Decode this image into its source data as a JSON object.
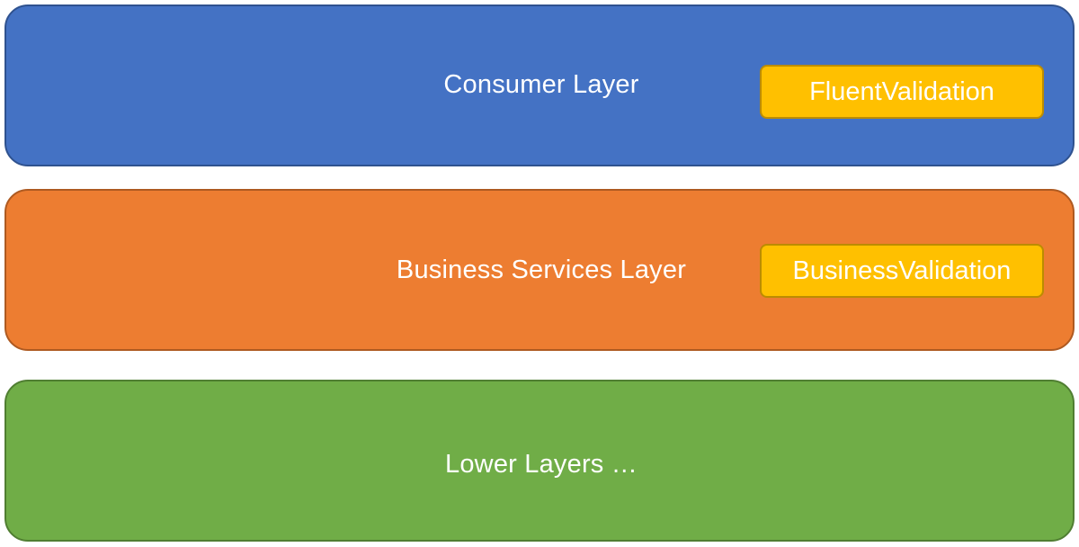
{
  "layers": {
    "consumer": {
      "label": "Consumer Layer",
      "fill": "#4472C4",
      "border": "#2F528F",
      "validator": {
        "label": "FluentValidation",
        "fill": "#FFC000",
        "border": "#BC8C00"
      }
    },
    "business": {
      "label": "Business Services Layer",
      "fill": "#ED7D31",
      "border": "#AE5A21",
      "validator": {
        "label": "BusinessValidation",
        "fill": "#FFC000",
        "border": "#BC8C00"
      }
    },
    "lower": {
      "label": "Lower Layers …",
      "fill": "#70AD47",
      "border": "#507E32"
    }
  }
}
